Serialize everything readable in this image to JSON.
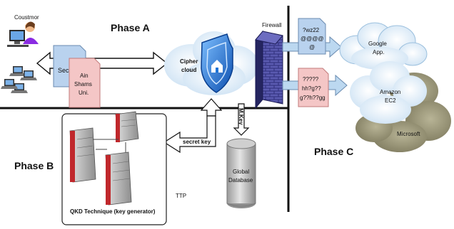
{
  "labels": {
    "customer": "Coustmor",
    "phase_a": "Phase A",
    "phase_b": "Phase B",
    "phase_c": "Phase C",
    "cipher_cloud_line1": "Cipher",
    "cipher_cloud_line2": "cloud",
    "firewall": "Firewall",
    "secu_doc": "Secu",
    "ain_doc_line1": "Ain",
    "ain_doc_line2": "Shams",
    "ain_doc_line3": "Uni.",
    "m_key": "M.Key",
    "secret_key": "secret key",
    "ttp": "TTP",
    "qkd": "QKD Technique (key generator)",
    "global_db_line1": "Global",
    "global_db_line2": "Database",
    "cipher_doc1_line1": "?wz22",
    "cipher_doc1_line2": "@@@@",
    "cipher_doc1_line3": "@",
    "cipher_doc2_line1": "?????",
    "cipher_doc2_line2": "hh?g??",
    "cipher_doc2_line3": "g??h??gg",
    "google_line1": "Google",
    "google_line2": "App.",
    "amazon_line1": "Amazon",
    "amazon_line2": "EC2",
    "microsoft": "Microsoft"
  },
  "colors": {
    "shield_blue": "#1e73d6",
    "doc_blue": "#b9d2ee",
    "doc_pink": "#f4c6c6",
    "server_red": "#c0282c",
    "firewall_purple": "#3b3b8f",
    "cloud_light": "#dcecf8",
    "cloud_dark": "#8f8a6e"
  }
}
